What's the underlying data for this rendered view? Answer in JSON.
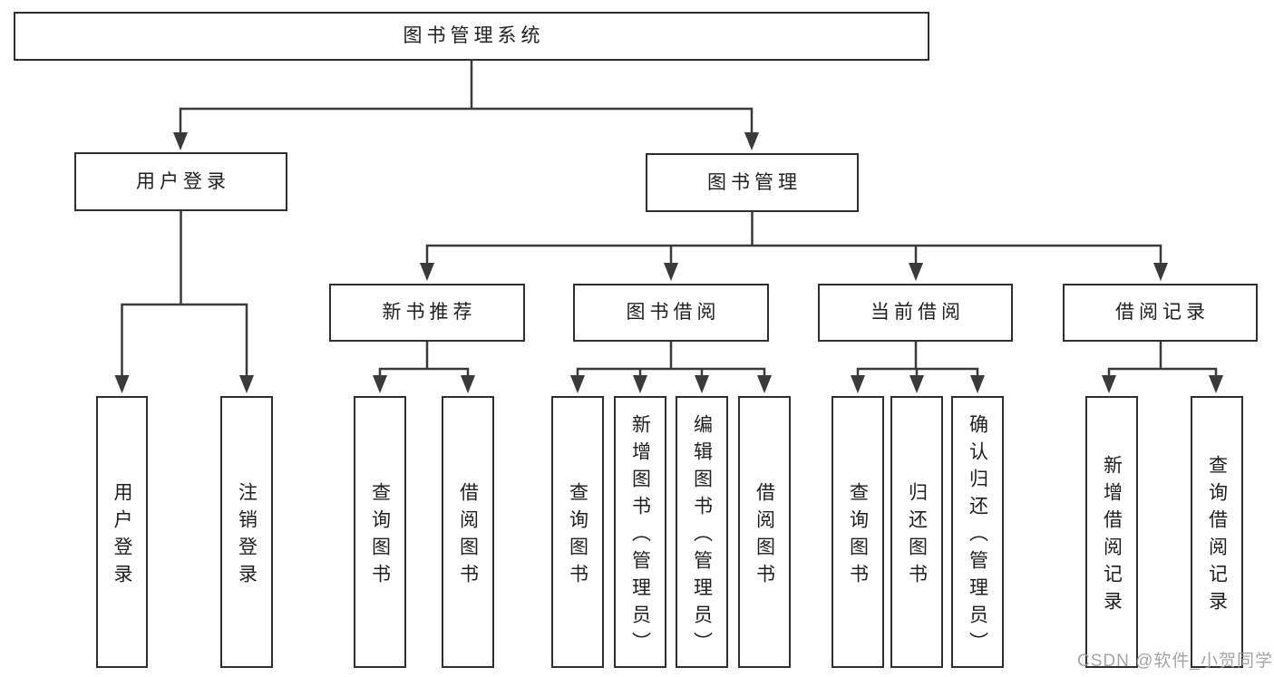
{
  "page": {
    "background_color": "#ffffff",
    "line_color": "#3a3a3a",
    "box_border_color": "#2f2f2f",
    "text_color": "#1f1f1f",
    "watermark_color": "#9c9c9c"
  },
  "diagram": {
    "root": {
      "label": "图书管理系统"
    },
    "branches": [
      {
        "label": "用户登录",
        "children": [
          {
            "label": "用户登录"
          },
          {
            "label": "注销登录"
          }
        ]
      },
      {
        "label": "图书管理",
        "children": [
          {
            "label": "新书推荐",
            "children": [
              {
                "label": "查询图书"
              },
              {
                "label": "借阅图书"
              }
            ]
          },
          {
            "label": "图书借阅",
            "children": [
              {
                "label": "查询图书"
              },
              {
                "label": "新增图书（管理员）"
              },
              {
                "label": "编辑图书（管理员）"
              },
              {
                "label": "借阅图书"
              }
            ]
          },
          {
            "label": "当前借阅",
            "children": [
              {
                "label": "查询图书"
              },
              {
                "label": "归还图书"
              },
              {
                "label": "确认归还（管理员）"
              }
            ]
          },
          {
            "label": "借阅记录",
            "children": [
              {
                "label": "新增借阅记录"
              },
              {
                "label": "查询借阅记录"
              }
            ]
          }
        ]
      }
    ]
  },
  "watermark": {
    "text": "CSDN @软件_小贺同学"
  }
}
